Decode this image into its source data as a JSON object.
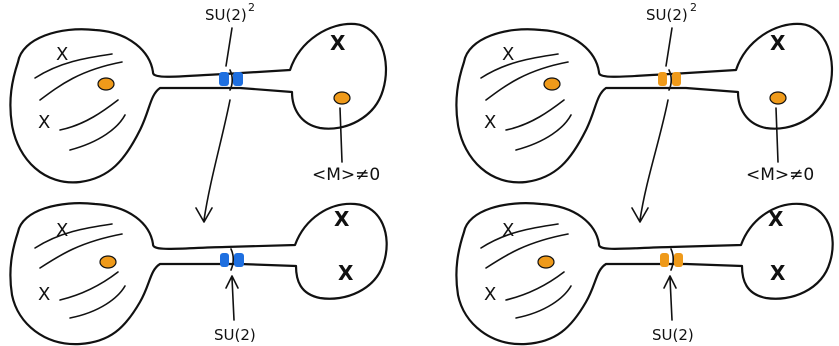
{
  "colors": {
    "ink": "#111111",
    "blue_marker": "#1e6fe0",
    "orange_marker": "#ef9a1a"
  },
  "panels": [
    {
      "top": {
        "left_blob_marks": [
          "X",
          "X"
        ],
        "right_blob_marks": [
          "X"
        ],
        "label_group": "SU(2)",
        "label_exp": "2",
        "label_vev": "<M>≠0"
      },
      "bottom": {
        "left_blob_marks": [
          "X",
          "X"
        ],
        "right_blob_marks": [
          "X",
          "X"
        ],
        "label_group": "SU(2)"
      },
      "marker_color": "blue"
    },
    {
      "top": {
        "left_blob_marks": [
          "X",
          "X"
        ],
        "right_blob_marks": [
          "X"
        ],
        "label_group": "SU(2)",
        "label_exp": "2",
        "label_vev": "<M>≠0"
      },
      "bottom": {
        "left_blob_marks": [
          "X",
          "X"
        ],
        "right_blob_marks": [
          "X",
          "X"
        ],
        "label_group": "SU(2)"
      },
      "marker_color": "orange"
    }
  ]
}
